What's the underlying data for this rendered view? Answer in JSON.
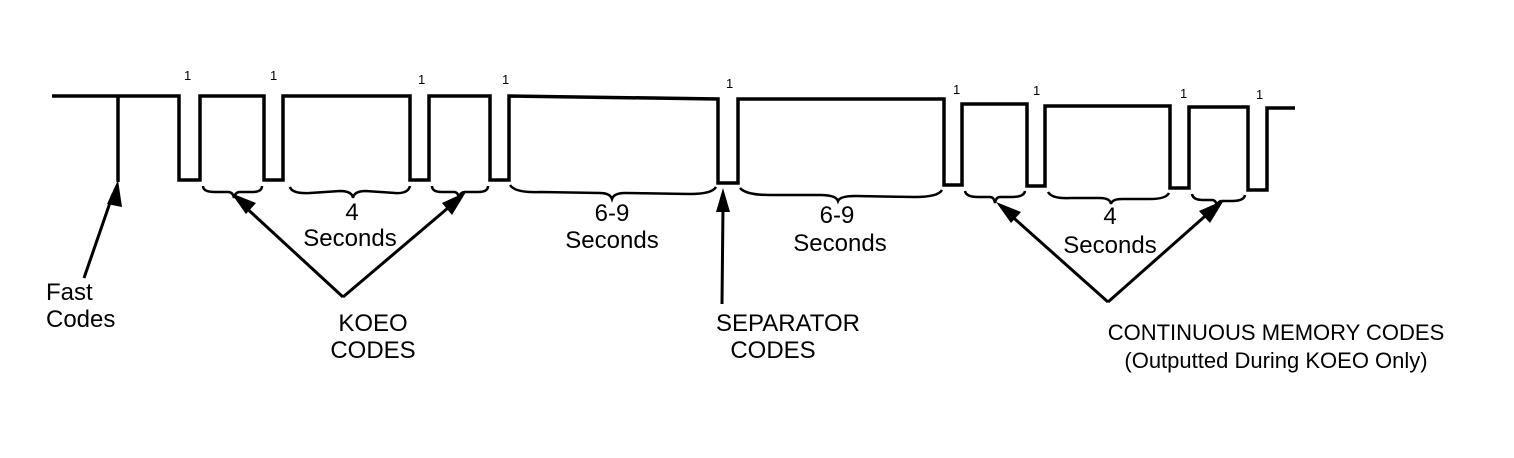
{
  "pulse_marker": "1",
  "labels": {
    "fast_codes": [
      "Fast",
      "Codes"
    ],
    "koeo_codes": [
      "KOEO",
      "CODES"
    ],
    "separator_codes": [
      "SEPARATOR",
      "CODES"
    ],
    "continuous_memory_codes": [
      "CONTINUOUS MEMORY CODES",
      "(Outputted During KOEO Only)"
    ]
  },
  "intervals": {
    "koeo_gap": [
      "4",
      "Seconds"
    ],
    "pre_separator_gap": [
      "6-9",
      "Seconds"
    ],
    "post_separator_gap": [
      "6-9",
      "Seconds"
    ],
    "memory_gap": [
      "4",
      "Seconds"
    ]
  }
}
